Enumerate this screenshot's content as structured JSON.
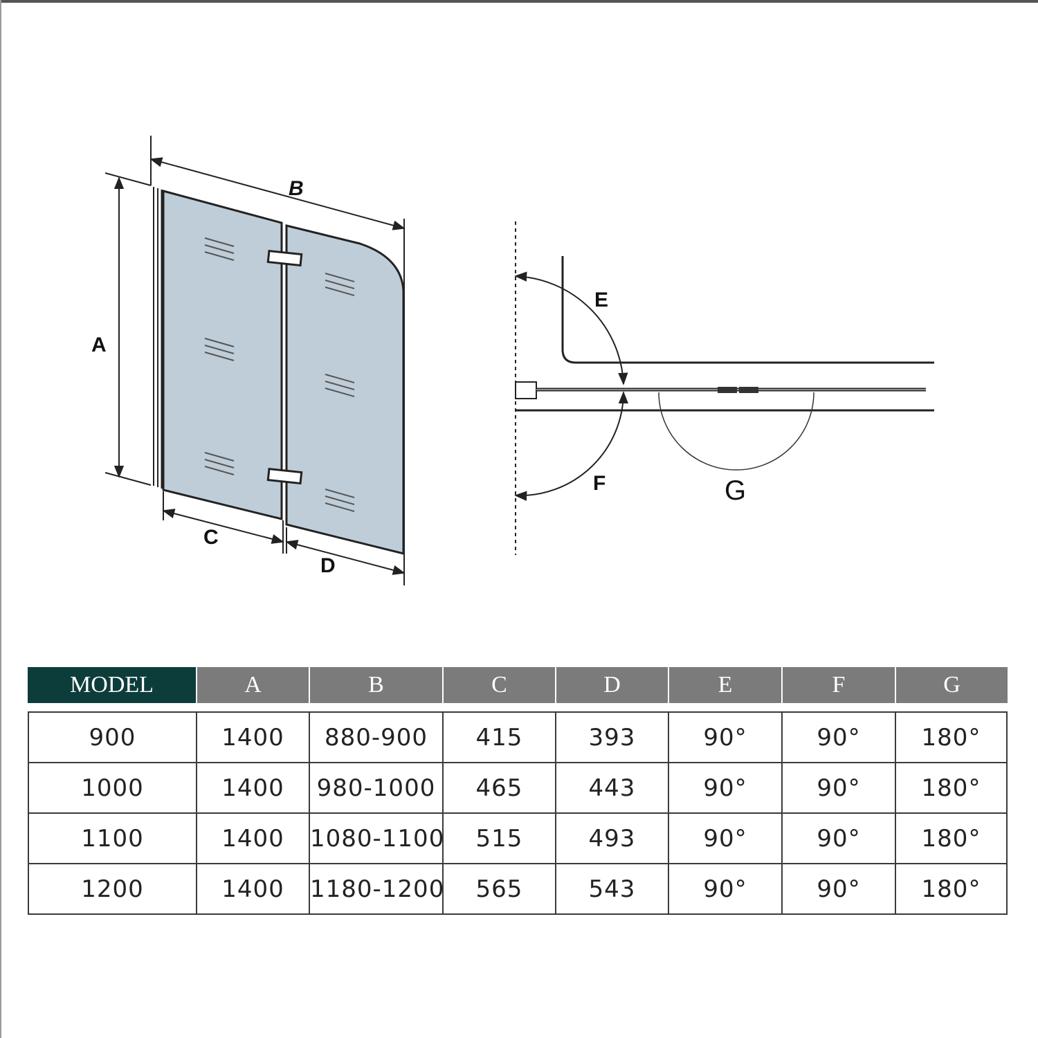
{
  "diagram": {
    "panel_labels": {
      "a": "A",
      "b": "B",
      "c": "C",
      "d": "D"
    },
    "swing_labels": {
      "e": "E",
      "f": "F",
      "g": "G"
    },
    "colors": {
      "glass": "#bfcdd8",
      "line": "#222222"
    }
  },
  "table": {
    "headers": [
      "MODEL",
      "A",
      "B",
      "C",
      "D",
      "E",
      "F",
      "G"
    ],
    "rows": [
      [
        "900",
        "1400",
        "880-900",
        "415",
        "393",
        "90°",
        "90°",
        "180°"
      ],
      [
        "1000",
        "1400",
        "980-1000",
        "465",
        "443",
        "90°",
        "90°",
        "180°"
      ],
      [
        "1100",
        "1400",
        "1080-1100",
        "515",
        "493",
        "90°",
        "90°",
        "180°"
      ],
      [
        "1200",
        "1400",
        "1180-1200",
        "565",
        "543",
        "90°",
        "90°",
        "180°"
      ]
    ],
    "colors": {
      "model_header": "#0d3d3b",
      "header": "#7b7b7b"
    }
  }
}
